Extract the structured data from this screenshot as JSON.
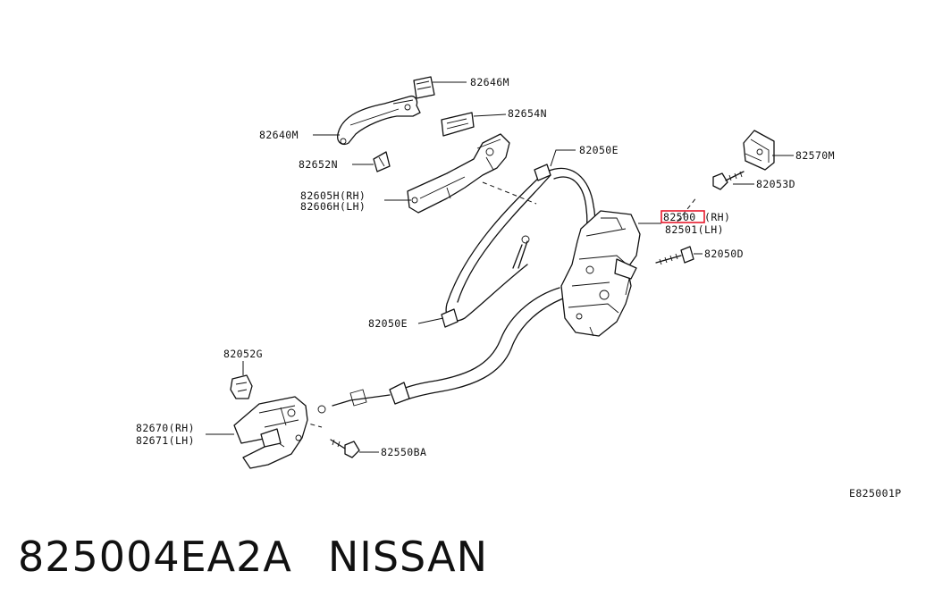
{
  "diagram_id": "E825001P",
  "part_number": "825004EA2A",
  "brand": "NISSAN",
  "highlight_color": "#e8192c",
  "callouts": {
    "c82646M": "82646M",
    "c82654N": "82654N",
    "c82640M": "82640M",
    "c82652N": "82652N",
    "c82605H": "82605H(RH)",
    "c82606H": "82606H(LH)",
    "c82050E_top": "82050E",
    "c82570M": "82570M",
    "c82053D": "82053D",
    "c82500_num": "82500",
    "c82500_side": "(RH)",
    "c82501": "82501(LH)",
    "c82050D": "82050D",
    "c82050E_mid": "82050E",
    "c82052G": "82052G",
    "c82670": "82670(RH)",
    "c82671": "82671(LH)",
    "c82550BA": "82550BA"
  }
}
